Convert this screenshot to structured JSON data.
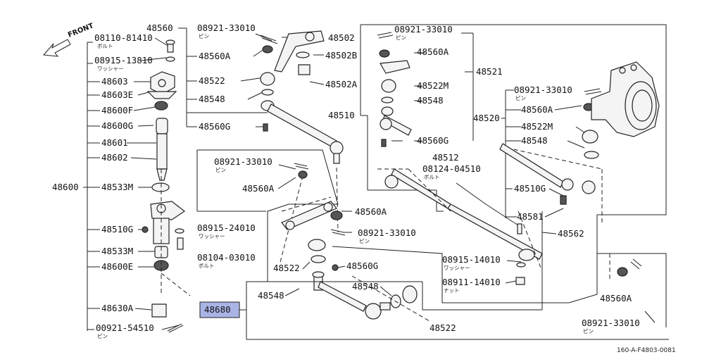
{
  "front_label": "FRONT",
  "reference_code": "160-A-F4803-0081",
  "labels": [
    {
      "key": "p48560",
      "text": "48560"
    },
    {
      "key": "p08921_33010_a",
      "text": "08921-33010",
      "sub": "ピン"
    },
    {
      "key": "p48502",
      "text": "48502"
    },
    {
      "key": "p48560A_a",
      "text": "48560A"
    },
    {
      "key": "p48502B",
      "text": "48502B"
    },
    {
      "key": "p48522_a",
      "text": "48522"
    },
    {
      "key": "p48548_a",
      "text": "48548"
    },
    {
      "key": "p48502A",
      "text": "48502A"
    },
    {
      "key": "p48560G_a",
      "text": "48560G"
    },
    {
      "key": "p08110_81410",
      "text": "08110-81410",
      "sub": "ボルト"
    },
    {
      "key": "p08915_13810",
      "text": "08915-13810",
      "sub": "ワッシャー"
    },
    {
      "key": "p48603",
      "text": "48603"
    },
    {
      "key": "p48603E",
      "text": "48603E"
    },
    {
      "key": "p48600F",
      "text": "48600F"
    },
    {
      "key": "p48600G",
      "text": "48600G"
    },
    {
      "key": "p48601",
      "text": "48601"
    },
    {
      "key": "p48602",
      "text": "48602"
    },
    {
      "key": "p48600",
      "text": "48600"
    },
    {
      "key": "p48533M_a",
      "text": "48533M"
    },
    {
      "key": "p48510G_a",
      "text": "48510G"
    },
    {
      "key": "p48533M_b",
      "text": "48533M"
    },
    {
      "key": "p48600E",
      "text": "48600E"
    },
    {
      "key": "p48630A",
      "text": "48630A"
    },
    {
      "key": "p00921_54510",
      "text": "00921-54510",
      "sub": "ピン"
    },
    {
      "key": "p08921_33010_b",
      "text": "08921-33010",
      "sub": "ピン"
    },
    {
      "key": "p48560A_b",
      "text": "48560A"
    },
    {
      "key": "p08915_24010",
      "text": "08915-24010",
      "sub": "ワッシャー"
    },
    {
      "key": "p08104_03010",
      "text": "08104-03010",
      "sub": "ボルト"
    },
    {
      "key": "p48560A_c",
      "text": "48560A"
    },
    {
      "key": "p08921_33010_c",
      "text": "08921-33010",
      "sub": "ピン"
    },
    {
      "key": "p48522_b",
      "text": "48522"
    },
    {
      "key": "p48560G_b",
      "text": "48560G"
    },
    {
      "key": "p48548_b",
      "text": "48548"
    },
    {
      "key": "p48548_c",
      "text": "48548"
    },
    {
      "key": "p48522_c",
      "text": "48522"
    },
    {
      "key": "p48680",
      "text": "48680"
    },
    {
      "key": "p08921_33010_d",
      "text": "08921-33010",
      "sub": "ピン"
    },
    {
      "key": "p48560A_d",
      "text": "48560A"
    },
    {
      "key": "p48521",
      "text": "48521"
    },
    {
      "key": "p48522M_a",
      "text": "48522M"
    },
    {
      "key": "p48548_d",
      "text": "48548"
    },
    {
      "key": "p48510",
      "text": "48510"
    },
    {
      "key": "p48560G_c",
      "text": "48560G"
    },
    {
      "key": "p48512",
      "text": "48512"
    },
    {
      "key": "p08124_04510",
      "text": "08124-04510",
      "sub": "ボルト"
    },
    {
      "key": "p08921_33010_e",
      "text": "08921-33010",
      "sub": "ピン"
    },
    {
      "key": "p48520",
      "text": "48520"
    },
    {
      "key": "p48560A_e",
      "text": "48560A"
    },
    {
      "key": "p48522M_b",
      "text": "48522M"
    },
    {
      "key": "p48548_e",
      "text": "48548"
    },
    {
      "key": "p48510G_b",
      "text": "48510G"
    },
    {
      "key": "p48581",
      "text": "48581"
    },
    {
      "key": "p48562",
      "text": "48562"
    },
    {
      "key": "p08915_14010",
      "text": "08915-14010",
      "sub": "ワッシャー"
    },
    {
      "key": "p08911_14010",
      "text": "08911-14010",
      "sub": "ナット"
    },
    {
      "key": "p48560A_f",
      "text": "48560A"
    },
    {
      "key": "p08921_33010_f",
      "text": "08921-33010",
      "sub": "ピン"
    }
  ]
}
